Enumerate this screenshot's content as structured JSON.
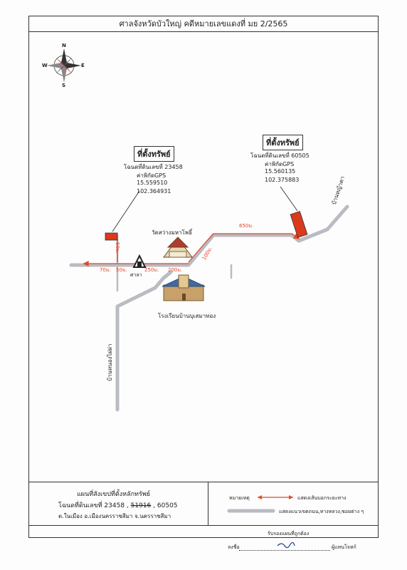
{
  "header": {
    "title": "ศาลจังหวัดบัวใหญ่ คดีหมายเลขแดงที่ มย 2/2565"
  },
  "compass": {
    "n": "N",
    "s": "S",
    "e": "E",
    "w": "W"
  },
  "property1": {
    "title": "ที่ตั้งทรัพย์",
    "deed": "โฉนดที่ดินเลขที่ 23458",
    "gps_label": "ค่าพิกัดGPS",
    "lat": "15.559510",
    "lon": "102.364931"
  },
  "property2": {
    "title": "ที่ตั้งทรัพย์",
    "deed": "โฉนดที่ดินเลขที่ 60505",
    "gps_label": "ค่าพิกัดGPS",
    "lat": "15.560135",
    "lon": "102.375883"
  },
  "places": {
    "temple": "วัดสว่างมหาโพธิ์",
    "school": "โรงเรียนบ้านบุเสมาทอง",
    "sala": "ศาลา",
    "village_north": "บ้านหญ้าคา",
    "village_south": "บ้านหนองไผ่ผ่า"
  },
  "distances": {
    "d70": "70ม.",
    "d50": "50ม.",
    "d250": "250ม.",
    "d200": "200ม.",
    "d100": "100ม.",
    "d650": "650ม.",
    "d50v": "50ม."
  },
  "footer": {
    "title": "แผนที่สังเขปที่ตั้งหลักทรัพย์",
    "deeds_prefix": "โฉนดที่ดินเลขที่ 23458 ,",
    "deed_struck": "51916",
    "deed_last": ", 60505",
    "location": "ต.ในเมือง  อ.เมืองนครราชสีมา  จ.นครราชสีมา",
    "legend_note": "หมายเหตุ",
    "legend_red": "แสดงเส้นบอกระยะทาง",
    "legend_gray": "แสดงแนวเขตถนน,ทางหลวง,ซอยต่าง ๆ",
    "certify": "รับรองแผนที่ถูกต้อง",
    "sign_label": "ลงชื่อ",
    "sign_role": "ผู้แทนโจทก์"
  },
  "colors": {
    "road": "#b9bcc2",
    "distance": "#e04a2a",
    "property": "#d93a1c"
  }
}
